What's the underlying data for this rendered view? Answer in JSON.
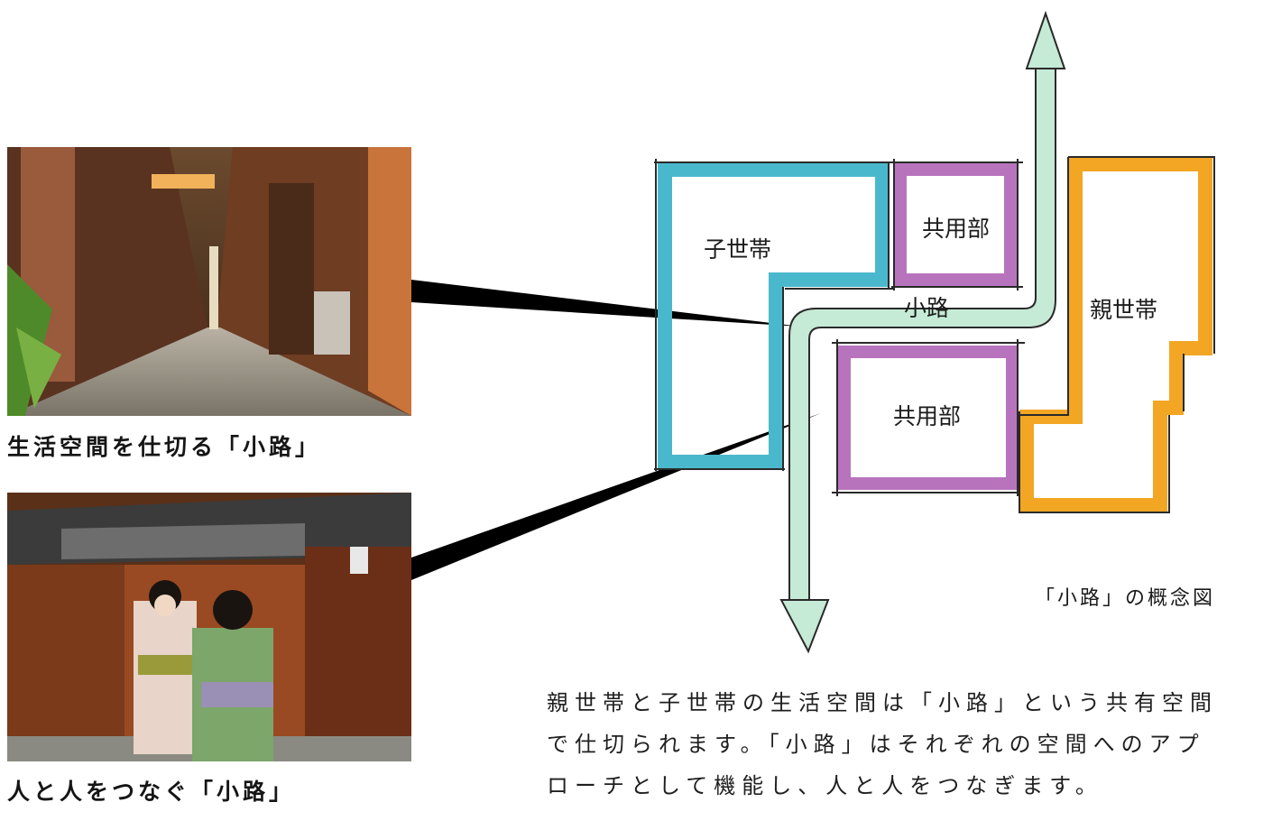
{
  "photos": [
    {
      "caption": "生活空間を仕切る「小路」"
    },
    {
      "caption": "人と人をつなぐ「小路」"
    }
  ],
  "diagram": {
    "labels": {
      "child_household": "子世帯",
      "shared_top": "共用部",
      "shared_bottom": "共用部",
      "alley": "小路",
      "parent_household": "親世帯"
    },
    "colors": {
      "child": "#4ab8cc",
      "shared": "#b774bd",
      "parent": "#f2a623",
      "alley": "#c5ead6"
    },
    "figure_caption": "「小路」の概念図"
  },
  "description": {
    "lines": [
      "親世帯と子世帯の生活空間は「小路」という共有空間",
      "で仕切られます。「小路」はそれぞれの空間へのアプ",
      "ローチとして機能し、人と人をつなぎます。"
    ]
  }
}
